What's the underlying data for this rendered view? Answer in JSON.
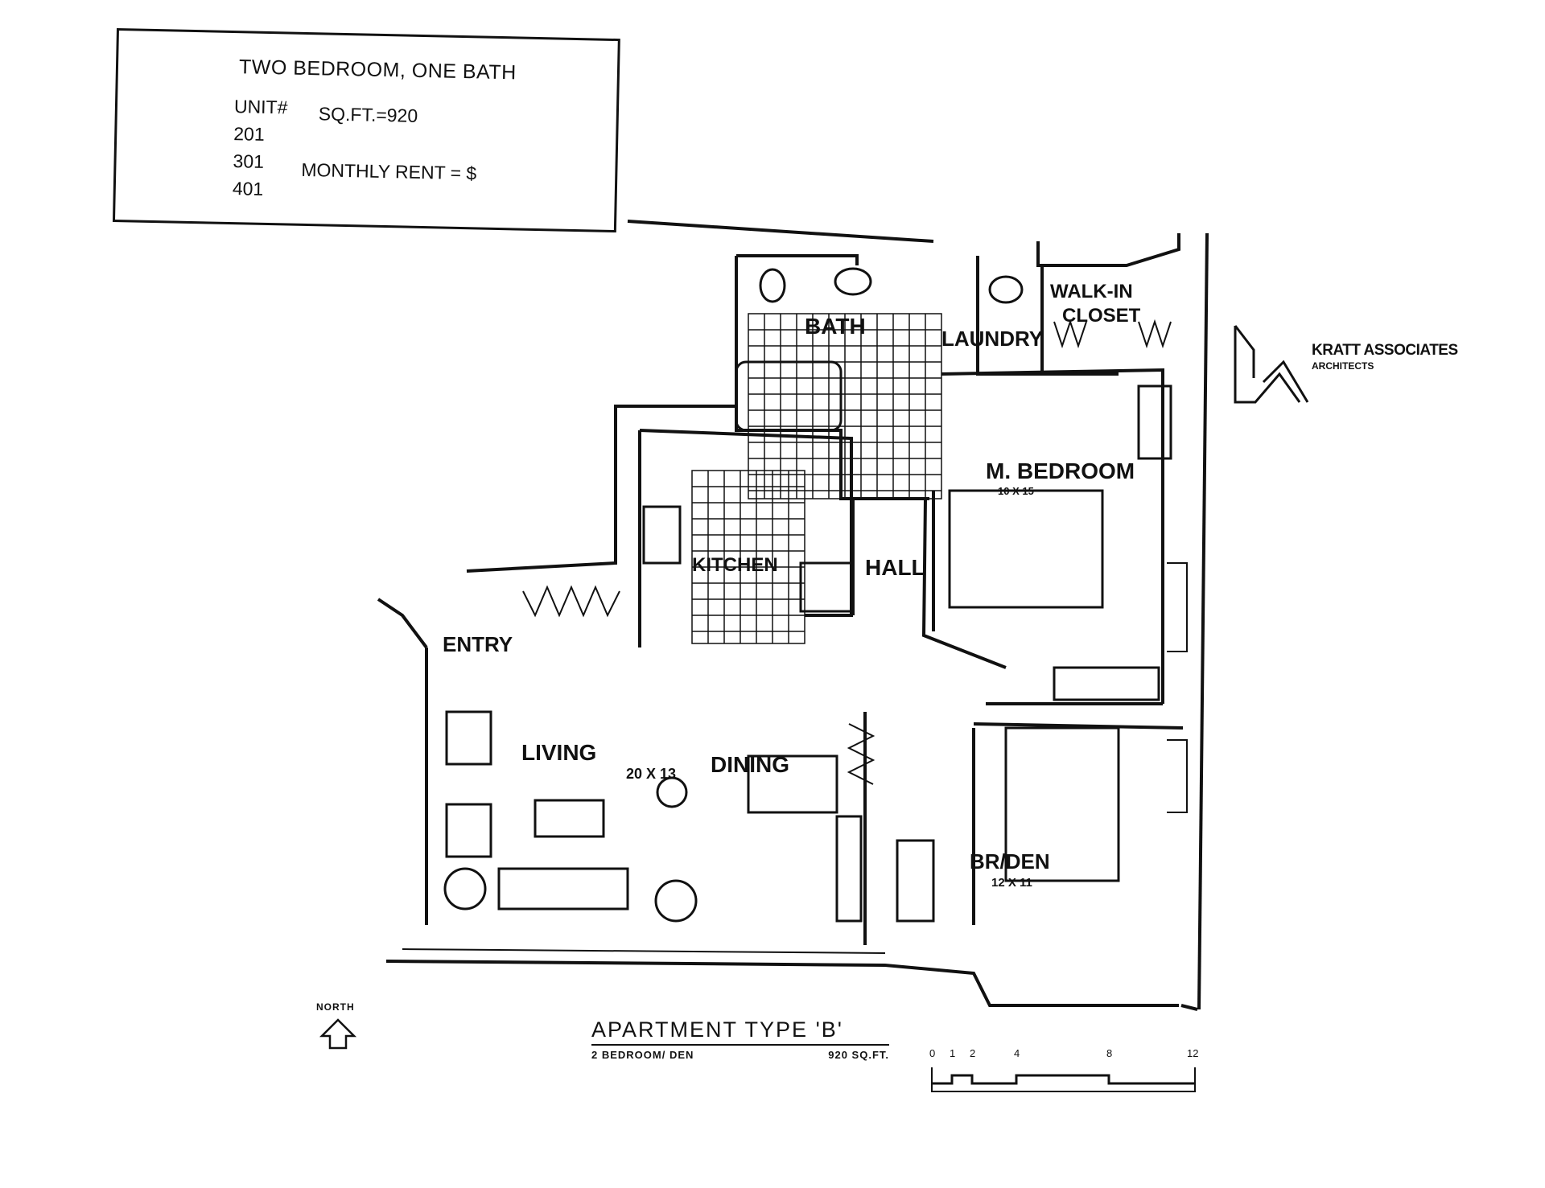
{
  "info_box": {
    "title": "TWO BEDROOM, ONE BATH",
    "unit_label": "UNIT#",
    "sqft": "SQ.FT.=920",
    "units": [
      "201",
      "301",
      "401"
    ],
    "rent": "MONTHLY RENT = $"
  },
  "rooms": {
    "bath": "BATH",
    "laundry": "LAUNDRY",
    "walk_in": "WALK-IN",
    "closet": "CLOSET",
    "kitchen": "KITCHEN",
    "hall": "HALL",
    "m_bedroom": "M. BEDROOM",
    "m_bedroom_dim": "10 X 15",
    "entry": "ENTRY",
    "living": "LIVING",
    "living_dim": "20 X 13",
    "dining": "DINING",
    "br_den": "BR/DEN",
    "br_den_dim": "12 X 11"
  },
  "logo": {
    "name": "KRATT ASSOCIATES",
    "subtitle": "ARCHITECTS"
  },
  "north_label": "NORTH",
  "plan_title": "APARTMENT TYPE 'B'",
  "plan_subtitle_left": "2 BEDROOM/ DEN",
  "plan_subtitle_right": "920 SQ.FT.",
  "scale_ticks": [
    "0",
    "1",
    "2",
    "4",
    "8",
    "12"
  ],
  "colors": {
    "ink": "#111111",
    "paper": "#ffffff"
  }
}
